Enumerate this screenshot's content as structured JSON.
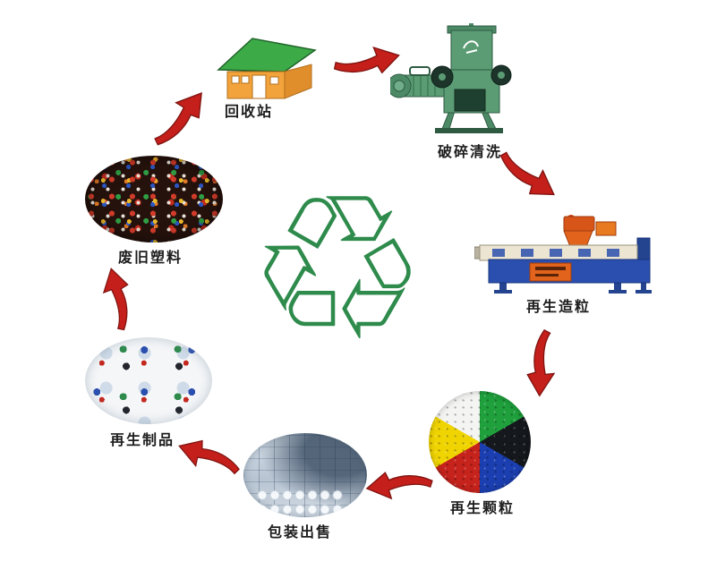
{
  "diagram": {
    "center_symbol": {
      "glyph": "♲",
      "color": "#2e8b4c"
    },
    "stages": [
      {
        "key": "recycling-station",
        "label": "回收站"
      },
      {
        "key": "crushing-washing",
        "label": "破碎清洗"
      },
      {
        "key": "pelletizing",
        "label": "再生造粒"
      },
      {
        "key": "recycled-granules",
        "label": "再生颗粒"
      },
      {
        "key": "packaging-sale",
        "label": "包装出售"
      },
      {
        "key": "recycled-products",
        "label": "再生制品"
      },
      {
        "key": "waste-plastics",
        "label": "废旧塑料"
      }
    ],
    "colors": {
      "arrow_red": "#c41f1a",
      "arrow_edge": "#7e1310",
      "symbol_green": "#2e8b4c",
      "house_roof_green": "#3cab47",
      "house_wall_orange": "#f3a33b",
      "crusher_green": "#5b9c74",
      "pelletizer_blue": "#2a4fae",
      "hopper_orange": "#e2641c",
      "granule_colors": [
        "#1fa03c",
        "#15181c",
        "#1b3fb0",
        "#c6231c",
        "#f0d400",
        "#f4f4f2"
      ]
    }
  }
}
